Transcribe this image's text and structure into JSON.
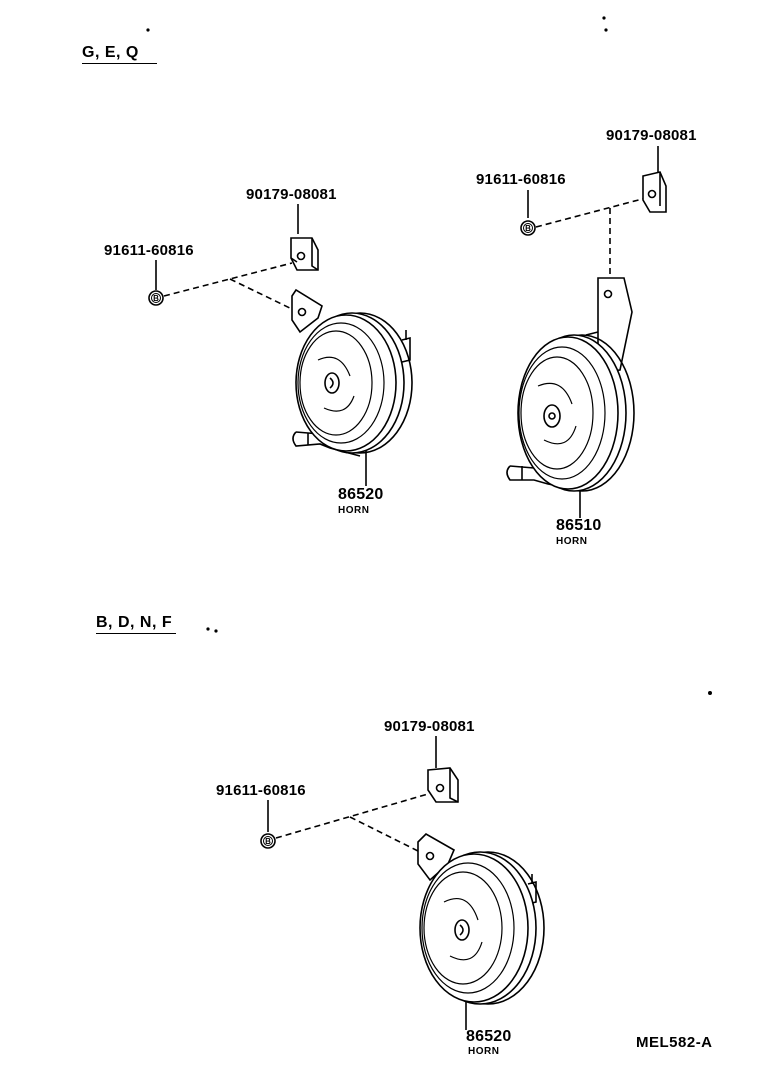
{
  "sections": {
    "top_label": "G, E, Q",
    "bottom_label": "B, D, N, F"
  },
  "parts": {
    "top_left": {
      "clip": "90179-08081",
      "bolt": "91611-60816",
      "bolt_symbol": "B",
      "horn_number": "86520",
      "horn_name": "HORN"
    },
    "top_right": {
      "clip": "90179-08081",
      "bolt": "91611-60816",
      "bolt_symbol": "B",
      "horn_number": "86510",
      "horn_name": "HORN"
    },
    "bottom": {
      "clip": "90179-08081",
      "bolt": "91611-60816",
      "bolt_symbol": "B",
      "horn_number": "86520",
      "horn_name": "HORN"
    }
  },
  "diagram_code": "MEL582-A"
}
